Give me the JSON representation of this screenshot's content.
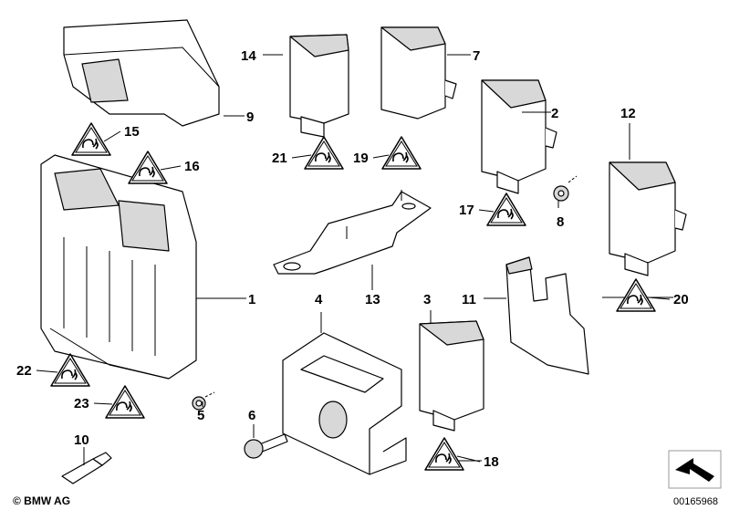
{
  "diagram": {
    "part_labels": [
      "1",
      "2",
      "3",
      "4",
      "5",
      "6",
      "7",
      "8",
      "9",
      "10",
      "11",
      "12",
      "13",
      "14",
      "15",
      "16",
      "17",
      "18",
      "19",
      "20",
      "21",
      "22",
      "23"
    ],
    "warning_symbol_icon": "esd-warning-triangle-icon",
    "copyright": "© BMW AG",
    "image_number": "00165968",
    "nav_icon": "arrow-up-left-icon"
  }
}
